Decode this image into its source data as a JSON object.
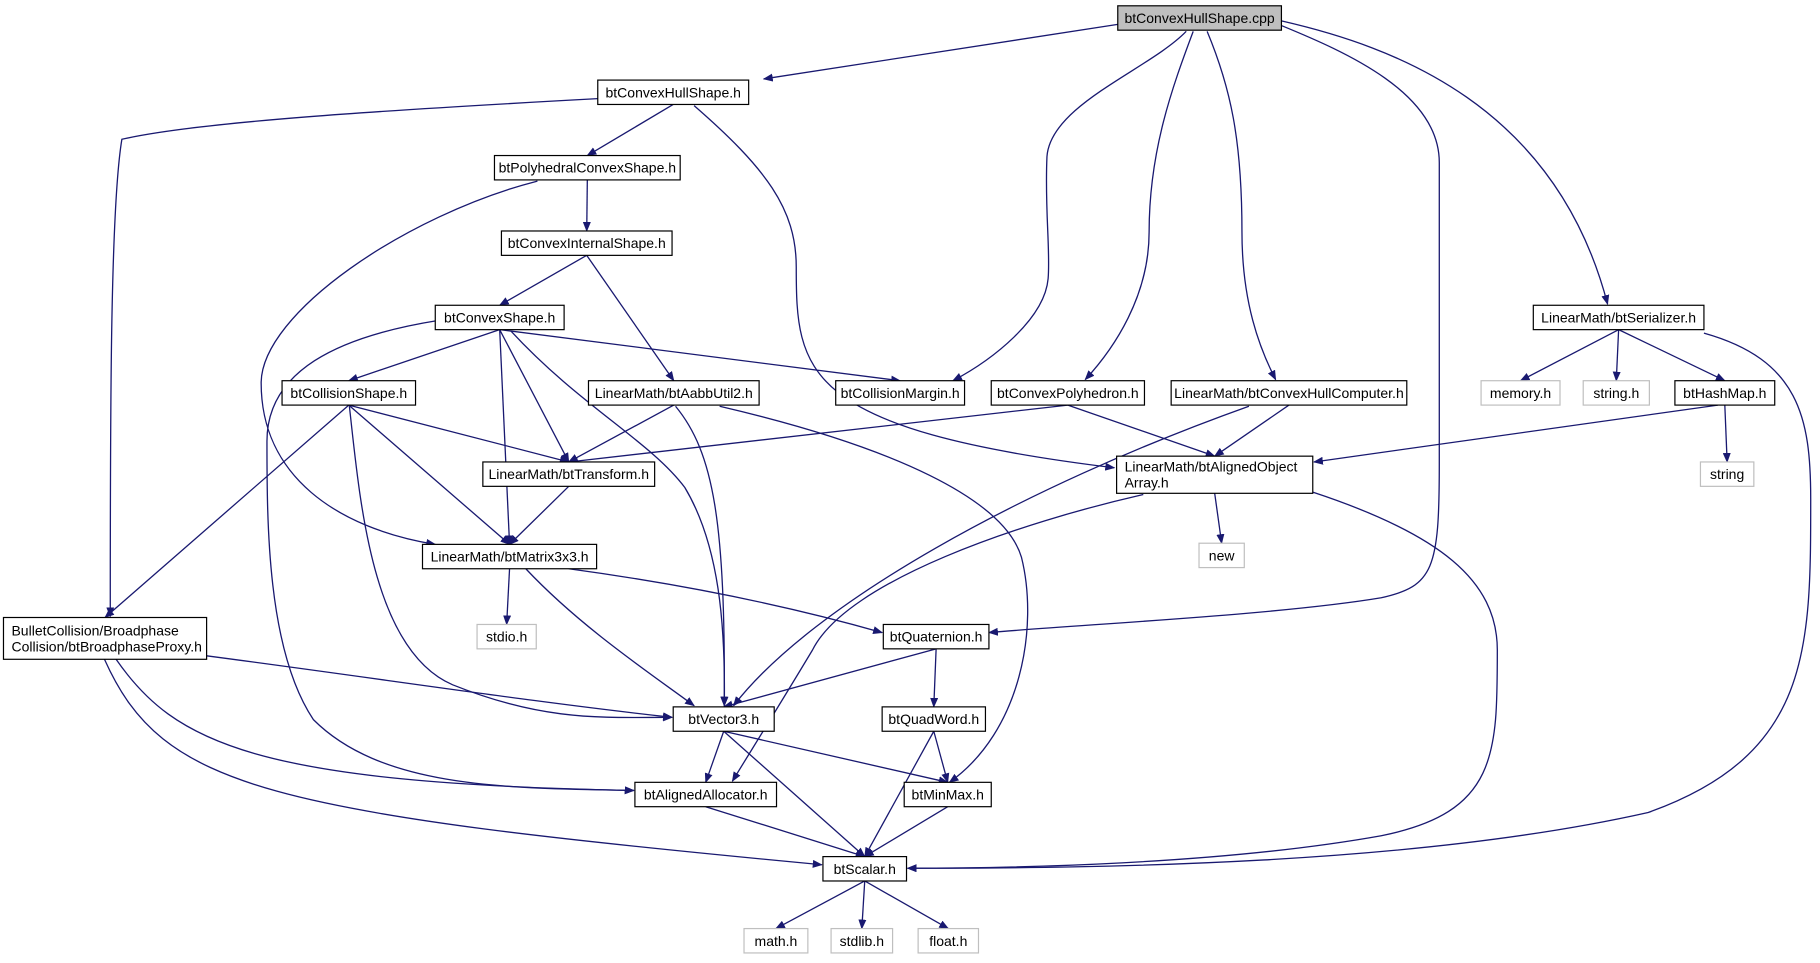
{
  "diagram": {
    "colors": {
      "edge": "#191970",
      "node_border": "#000000",
      "external_border": "#bfbfbf",
      "root_fill": "#bfbfbf",
      "node_fill": "#ffffff",
      "text": "#000000"
    },
    "nodes": [
      {
        "id": "cpp",
        "lines": [
          "btConvexHullShape.cpp"
        ],
        "kind": "root"
      },
      {
        "id": "hullh",
        "lines": [
          "btConvexHullShape.h"
        ],
        "kind": "header"
      },
      {
        "id": "poly",
        "lines": [
          "btPolyhedralConvexShape.h"
        ],
        "kind": "header"
      },
      {
        "id": "internal",
        "lines": [
          "btConvexInternalShape.h"
        ],
        "kind": "header"
      },
      {
        "id": "convex",
        "lines": [
          "btConvexShape.h"
        ],
        "kind": "header"
      },
      {
        "id": "collshape",
        "lines": [
          "btCollisionShape.h"
        ],
        "kind": "header"
      },
      {
        "id": "aabb",
        "lines": [
          "LinearMath/btAabbUtil2.h"
        ],
        "kind": "header"
      },
      {
        "id": "margin",
        "lines": [
          "btCollisionMargin.h"
        ],
        "kind": "header"
      },
      {
        "id": "polyhedron",
        "lines": [
          "btConvexPolyhedron.h"
        ],
        "kind": "header"
      },
      {
        "id": "hullcomp",
        "lines": [
          "LinearMath/btConvexHullComputer.h"
        ],
        "kind": "header"
      },
      {
        "id": "serializer",
        "lines": [
          "LinearMath/btSerializer.h"
        ],
        "kind": "header"
      },
      {
        "id": "memory",
        "lines": [
          "memory.h"
        ],
        "kind": "external"
      },
      {
        "id": "stringh",
        "lines": [
          "string.h"
        ],
        "kind": "external"
      },
      {
        "id": "hashmap",
        "lines": [
          "btHashMap.h"
        ],
        "kind": "header"
      },
      {
        "id": "string",
        "lines": [
          "string"
        ],
        "kind": "external"
      },
      {
        "id": "aligned",
        "lines": [
          "LinearMath/btAlignedObject",
          "Array.h"
        ],
        "kind": "header"
      },
      {
        "id": "transform",
        "lines": [
          "LinearMath/btTransform.h"
        ],
        "kind": "header"
      },
      {
        "id": "matrix",
        "lines": [
          "LinearMath/btMatrix3x3.h"
        ],
        "kind": "header"
      },
      {
        "id": "new",
        "lines": [
          "new"
        ],
        "kind": "external"
      },
      {
        "id": "broadphase",
        "lines": [
          "BulletCollision/Broadphase",
          "Collision/btBroadphaseProxy.h"
        ],
        "kind": "header"
      },
      {
        "id": "stdio",
        "lines": [
          "stdio.h"
        ],
        "kind": "external"
      },
      {
        "id": "quat",
        "lines": [
          "btQuaternion.h"
        ],
        "kind": "header"
      },
      {
        "id": "vector",
        "lines": [
          "btVector3.h"
        ],
        "kind": "header"
      },
      {
        "id": "quadword",
        "lines": [
          "btQuadWord.h"
        ],
        "kind": "header"
      },
      {
        "id": "allocator",
        "lines": [
          "btAlignedAllocator.h"
        ],
        "kind": "header"
      },
      {
        "id": "minmax",
        "lines": [
          "btMinMax.h"
        ],
        "kind": "header"
      },
      {
        "id": "scalar",
        "lines": [
          "btScalar.h"
        ],
        "kind": "header"
      },
      {
        "id": "math",
        "lines": [
          "math.h"
        ],
        "kind": "external"
      },
      {
        "id": "stdlib",
        "lines": [
          "stdlib.h"
        ],
        "kind": "external"
      },
      {
        "id": "float",
        "lines": [
          "float.h"
        ],
        "kind": "external"
      }
    ],
    "edges": [
      [
        "cpp",
        "hullh"
      ],
      [
        "cpp",
        "margin"
      ],
      [
        "cpp",
        "polyhedron"
      ],
      [
        "cpp",
        "hullcomp"
      ],
      [
        "cpp",
        "quat"
      ],
      [
        "cpp",
        "serializer"
      ],
      [
        "hullh",
        "broadphase"
      ],
      [
        "hullh",
        "poly"
      ],
      [
        "hullh",
        "aligned"
      ],
      [
        "poly",
        "internal"
      ],
      [
        "poly",
        "matrix"
      ],
      [
        "internal",
        "convex"
      ],
      [
        "internal",
        "aabb"
      ],
      [
        "convex",
        "collshape"
      ],
      [
        "convex",
        "margin"
      ],
      [
        "convex",
        "transform"
      ],
      [
        "convex",
        "matrix"
      ],
      [
        "convex",
        "vector"
      ],
      [
        "convex",
        "allocator"
      ],
      [
        "collshape",
        "broadphase"
      ],
      [
        "collshape",
        "transform"
      ],
      [
        "collshape",
        "matrix"
      ],
      [
        "collshape",
        "vector"
      ],
      [
        "aabb",
        "transform"
      ],
      [
        "aabb",
        "vector"
      ],
      [
        "aabb",
        "minmax"
      ],
      [
        "polyhedron",
        "transform"
      ],
      [
        "polyhedron",
        "aligned"
      ],
      [
        "hullcomp",
        "vector"
      ],
      [
        "hullcomp",
        "aligned"
      ],
      [
        "serializer",
        "memory"
      ],
      [
        "serializer",
        "stringh"
      ],
      [
        "serializer",
        "hashmap"
      ],
      [
        "serializer",
        "scalar"
      ],
      [
        "hashmap",
        "aligned"
      ],
      [
        "hashmap",
        "string"
      ],
      [
        "aligned",
        "new"
      ],
      [
        "aligned",
        "allocator"
      ],
      [
        "aligned",
        "scalar"
      ],
      [
        "transform",
        "matrix"
      ],
      [
        "matrix",
        "stdio"
      ],
      [
        "matrix",
        "quat"
      ],
      [
        "matrix",
        "vector"
      ],
      [
        "broadphase",
        "vector"
      ],
      [
        "broadphase",
        "allocator"
      ],
      [
        "broadphase",
        "scalar"
      ],
      [
        "quat",
        "vector"
      ],
      [
        "quat",
        "quadword"
      ],
      [
        "vector",
        "allocator"
      ],
      [
        "vector",
        "minmax"
      ],
      [
        "vector",
        "scalar"
      ],
      [
        "quadword",
        "minmax"
      ],
      [
        "quadword",
        "scalar"
      ],
      [
        "allocator",
        "scalar"
      ],
      [
        "minmax",
        "scalar"
      ],
      [
        "scalar",
        "math"
      ],
      [
        "scalar",
        "stdlib"
      ],
      [
        "scalar",
        "float"
      ]
    ]
  }
}
